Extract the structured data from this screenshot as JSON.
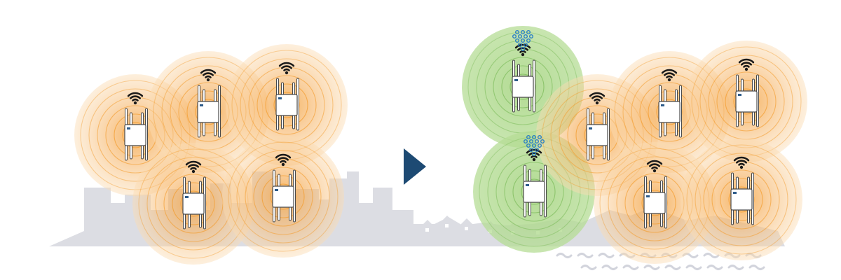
{
  "scene": {
    "description_label": "",
    "colors": {
      "background": "#ffffff",
      "skyline": "#dcdde3",
      "water": "#d2d4dc",
      "coverage_orange": "#f0a140",
      "coverage_ring": "#f39b2a",
      "coverage_green": "#8cc866",
      "coverage_green_ring": "#78b855",
      "arrow": "#1d4a73",
      "wifi_icon": "#1a1a1a",
      "device_outline": "#4a4a4a",
      "device_fill": "#ffffff",
      "mesh_dots": "#2a7fc4"
    },
    "left_group": {
      "access_points": [
        {
          "id": "ap-left-1",
          "type": "orange"
        },
        {
          "id": "ap-left-2",
          "type": "orange"
        },
        {
          "id": "ap-left-3",
          "type": "orange"
        },
        {
          "id": "ap-left-4",
          "type": "orange"
        },
        {
          "id": "ap-left-5",
          "type": "orange"
        }
      ]
    },
    "arrow": {
      "icon": "play-arrow-icon"
    },
    "right_group": {
      "access_points": [
        {
          "id": "ap-right-mesh-1",
          "type": "green",
          "mesh": true
        },
        {
          "id": "ap-right-mesh-2",
          "type": "green",
          "mesh": true
        },
        {
          "id": "ap-right-1",
          "type": "orange"
        },
        {
          "id": "ap-right-2",
          "type": "orange"
        },
        {
          "id": "ap-right-3",
          "type": "orange"
        },
        {
          "id": "ap-right-4",
          "type": "orange"
        },
        {
          "id": "ap-right-5",
          "type": "orange"
        }
      ]
    }
  }
}
